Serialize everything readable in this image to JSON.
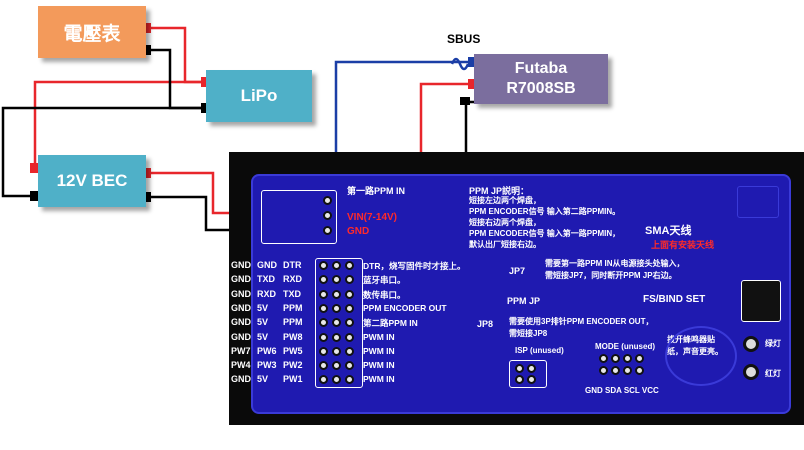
{
  "components": {
    "voltmeter": "電壓表",
    "lipo": "LiPo",
    "bec": "12V BEC",
    "receiver_line1": "Futaba",
    "receiver_line2": "R7008SB",
    "sbus": "SBUS"
  },
  "board": {
    "ppm_in_title": "第一路PPM IN",
    "vin": "VIN(7-14V)",
    "gnd": "GND",
    "ppm_jp_title": "PPM JP説明：",
    "ppm_jp_lines": [
      "短接左边两个焊盘，",
      "PPM ENCODER信号 输入第二路PPMIN。",
      "短接右边两个焊盘，",
      "PPM ENCODER信号 输入第一路PPMIN，",
      "默认出厂短接右边。"
    ],
    "sma_title": "SMA天线",
    "sma_note": "上面有安装天线",
    "jp7": "JP7",
    "jp7_note_1": "需要第一路PPM IN从电源接头处输入，",
    "jp7_note_2": "需短接JP7，同时断开PPM JP右边。",
    "ppm_jp": "PPM JP",
    "jp8": "JP8",
    "jp8_note_1": "需要使用3P排针PPM ENCODER OUT，",
    "jp8_note_2": "需短接JP8",
    "fs_bind": "FS/BIND SET",
    "isp": "ISP (unused)",
    "mode": "MODE (unused)",
    "buzzer_1": "拔开蜂鸣器贴",
    "buzzer_2": "纸，声音更亮。",
    "bottom_pins": "GND  SDA  SCL  VCC",
    "green_led": "绿灯",
    "red_led": "红灯",
    "left_col1": [
      "GND",
      "GND",
      "GND",
      "GND",
      "GND",
      "GND",
      "PW7",
      "PW4",
      "GND"
    ],
    "left_col2": [
      "GND",
      "TXD",
      "RXD",
      "5V",
      "5V",
      "5V",
      "PW6",
      "PW3",
      "5V"
    ],
    "left_col3": [
      "DTR",
      "RXD",
      "TXD",
      "PPM",
      "PPM",
      "PW8",
      "PW5",
      "PW2",
      "PW1"
    ],
    "right_labels": [
      "DTR，烧写固件时才接上。",
      "蓝牙串口。",
      "数传串口。",
      "PPM ENCODER OUT",
      "第二路PPM IN",
      "PWM IN",
      "PWM IN",
      "PWM IN",
      "PWM IN"
    ]
  },
  "colors": {
    "positive_wire": "#e8262b",
    "negative_wire": "#000000",
    "signal_wire": "#1b3ea6",
    "pcb": "#1f1ab0"
  }
}
